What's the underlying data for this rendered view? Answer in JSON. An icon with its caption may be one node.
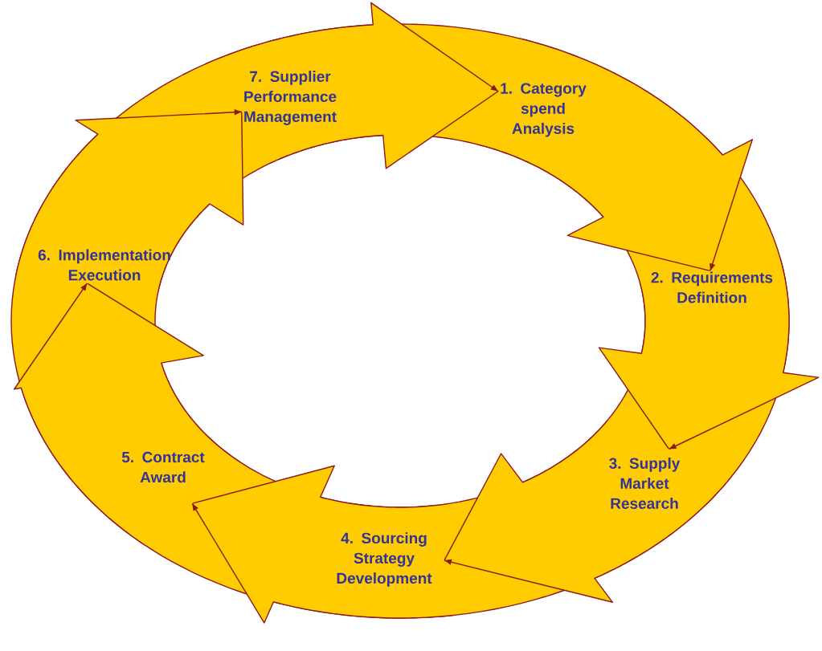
{
  "diagram": {
    "nodes": [
      {
        "text": [
          "1. Category spend Analysis"
        ]
      },
      {
        "text": [
          "2. Requirements Definition"
        ]
      },
      {
        "text": [
          "3. Supply Market Research"
        ]
      },
      {
        "text": [
          "4. Sourcing Strategy Development"
        ]
      },
      {
        "text": [
          "5. Contract Award"
        ]
      },
      {
        "text": [
          "6. Implementation Execution"
        ]
      },
      {
        "text": [
          "7. Supplier Performance Management"
        ]
      }
    ],
    "edges": [
      {
        "from": 0,
        "to": 1,
        "arrow": "to"
      },
      {
        "from": 1,
        "to": 2,
        "arrow": "to"
      },
      {
        "from": 2,
        "to": 3,
        "arrow": "to"
      },
      {
        "from": 3,
        "to": 4,
        "arrow": "to"
      },
      {
        "from": 4,
        "to": 5,
        "arrow": "to"
      },
      {
        "from": 5,
        "to": 6,
        "arrow": "to"
      },
      {
        "from": 6,
        "to": 0,
        "arrow": "to"
      }
    ]
  }
}
